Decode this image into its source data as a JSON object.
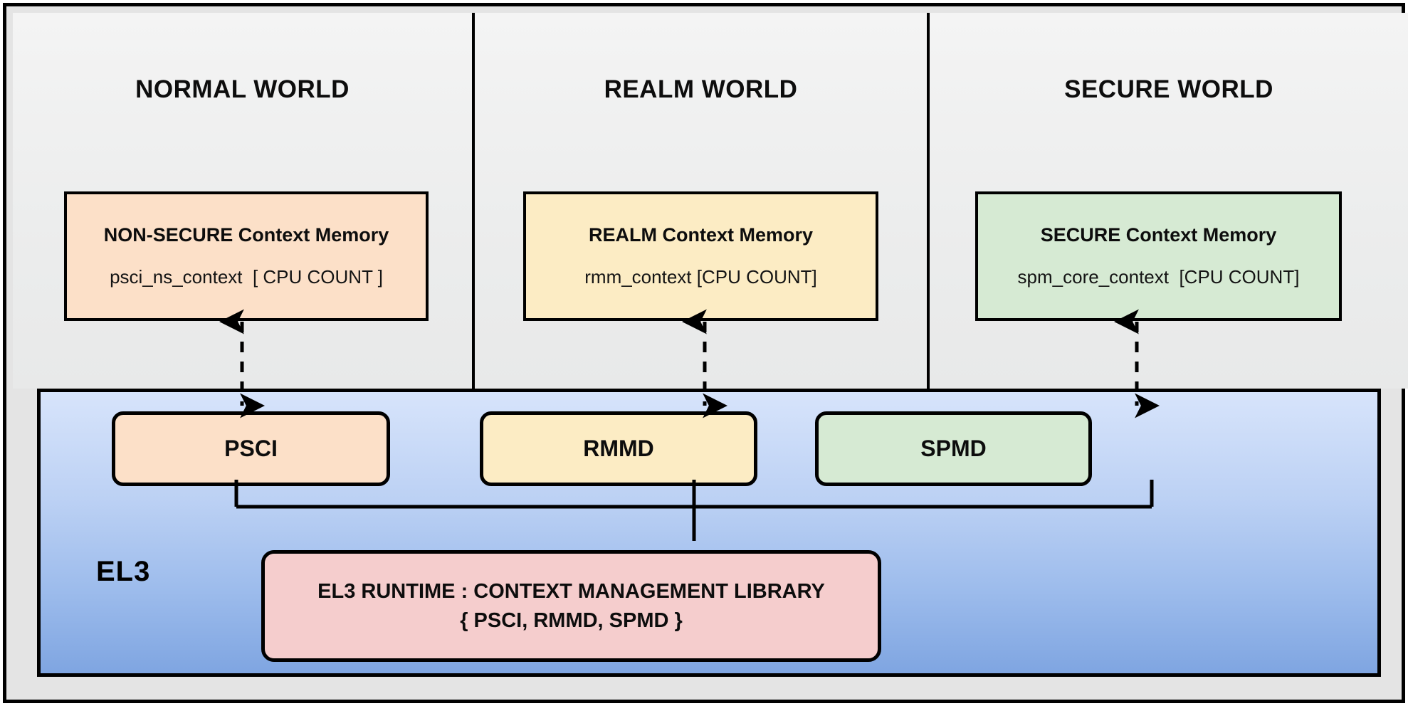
{
  "diagram": {
    "title": "TF-A EL3 context management across security worlds",
    "colors": {
      "normal_world_fill": "#fce0c8",
      "realm_world_fill": "#fcecc4",
      "secure_world_fill": "#d6ead3",
      "el3_fill_top": "#d7e4fb",
      "el3_fill_bottom": "#7fa5e1",
      "runtime_fill": "#f5cdcd",
      "panel_background": "#eceded",
      "border": "#000000",
      "text": "#0d0d0d"
    }
  },
  "worlds": [
    {
      "id": "normal",
      "title": "NORMAL WORLD",
      "context_box": {
        "title": "NON-SECURE Context Memory",
        "subtitle": "psci_ns_context  [ CPU COUNT ]"
      }
    },
    {
      "id": "realm",
      "title": "REALM WORLD",
      "context_box": {
        "title": "REALM Context Memory",
        "subtitle": "rmm_context [CPU COUNT]"
      }
    },
    {
      "id": "secure",
      "title": "SECURE WORLD",
      "context_box": {
        "title": "SECURE Context Memory",
        "subtitle": "spm_core_context  [CPU COUNT]"
      }
    }
  ],
  "el3": {
    "label": "EL3",
    "dispatchers": [
      {
        "id": "psci",
        "label": "PSCI"
      },
      {
        "id": "rmmd",
        "label": "RMMD"
      },
      {
        "id": "spmd",
        "label": "SPMD"
      }
    ],
    "runtime": {
      "line1": "EL3 RUNTIME : CONTEXT MANAGEMENT LIBRARY",
      "line2": "{ PSCI, RMMD, SPMD }"
    }
  },
  "connectors": {
    "arrows": [
      {
        "id": "arrow-normal",
        "from": "NON-SECURE Context Memory",
        "to": "PSCI",
        "style": "dashed",
        "direction": "bidirectional"
      },
      {
        "id": "arrow-realm",
        "from": "REALM Context Memory",
        "to": "RMMD",
        "style": "dashed",
        "direction": "bidirectional"
      },
      {
        "id": "arrow-secure",
        "from": "SECURE Context Memory",
        "to": "SPMD",
        "style": "dashed",
        "direction": "bidirectional"
      }
    ],
    "links": [
      {
        "id": "link-psci-runtime",
        "from": "PSCI",
        "to": "EL3 RUNTIME : CONTEXT MANAGEMENT LIBRARY",
        "style": "solid"
      },
      {
        "id": "link-rmmd-runtime",
        "from": "RMMD",
        "to": "EL3 RUNTIME : CONTEXT MANAGEMENT LIBRARY",
        "style": "solid"
      },
      {
        "id": "link-spmd-runtime",
        "from": "SPMD",
        "to": "EL3 RUNTIME : CONTEXT MANAGEMENT LIBRARY",
        "style": "solid"
      }
    ]
  }
}
